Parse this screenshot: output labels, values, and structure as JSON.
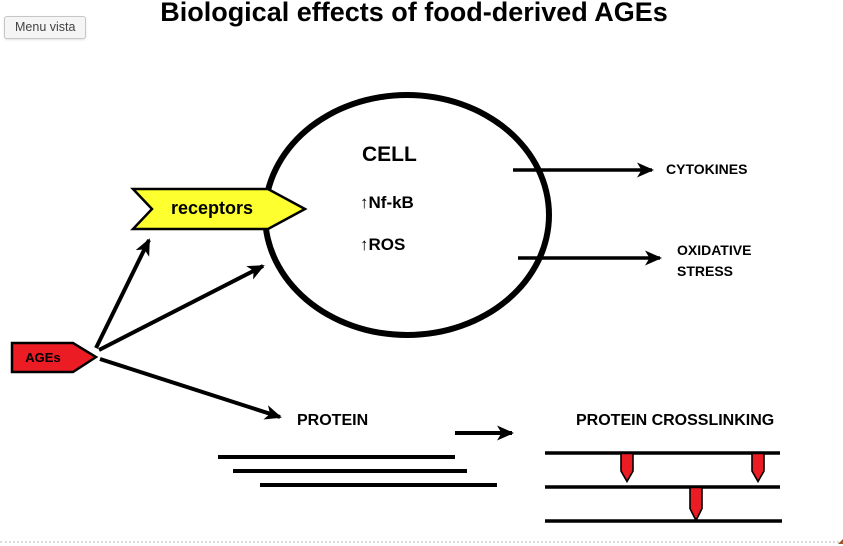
{
  "app": {
    "menu_button_label": "Menu vista"
  },
  "diagram": {
    "title": "Biological effects of food-derived AGEs",
    "nodes": {
      "ages": {
        "label": "AGEs",
        "fill": "#ec1c24"
      },
      "receptors": {
        "label": "receptors",
        "fill": "#fdff2e"
      },
      "cell": {
        "label": "CELL",
        "effects": [
          "↑Nf-kB",
          "↑ROS"
        ]
      },
      "cytokines": {
        "label": "CYTOKINES"
      },
      "oxidative_stress": {
        "label": "OXIDATIVE STRESS"
      },
      "protein": {
        "label": "PROTEIN"
      },
      "crosslinking": {
        "label": "PROTEIN CROSSLINKING",
        "pin_color": "#ec1c24"
      }
    },
    "edges": [
      {
        "from": "AGEs",
        "to": "receptors"
      },
      {
        "from": "AGEs",
        "to": "cell membrane"
      },
      {
        "from": "AGEs",
        "to": "PROTEIN"
      },
      {
        "from": "CELL",
        "to": "CYTOKINES"
      },
      {
        "from": "CELL",
        "to": "OXIDATIVE STRESS"
      },
      {
        "from": "PROTEIN",
        "to": "PROTEIN CROSSLINKING"
      }
    ],
    "colors": {
      "outline": "#000000",
      "background": "#ffffff"
    }
  }
}
